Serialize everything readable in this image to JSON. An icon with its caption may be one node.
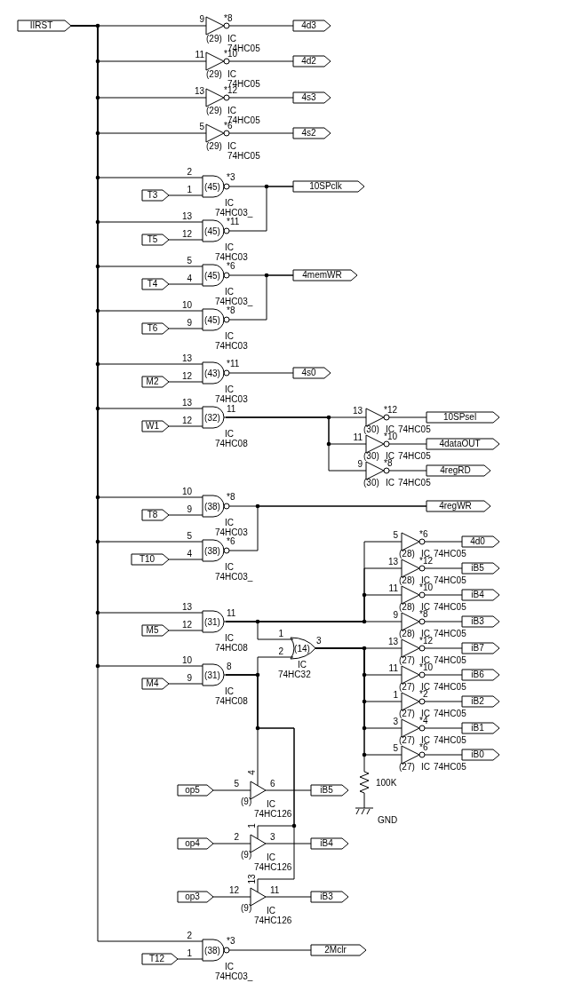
{
  "diagram": {
    "nodes": [
      {
        "text": [
          "IIRST"
        ]
      },
      {
        "text": [
          "(29)"
        ],
        "beside": [
          "9",
          "*8",
          "IC",
          "74HC05"
        ]
      },
      {
        "text": [
          "4d3"
        ]
      },
      {
        "text": [
          "(29)"
        ],
        "beside": [
          "11",
          "*10",
          "IC",
          "74HC05"
        ]
      },
      {
        "text": [
          "4d2"
        ]
      },
      {
        "text": [
          "(29)"
        ],
        "beside": [
          "13",
          "*12",
          "IC",
          "74HC05"
        ]
      },
      {
        "text": [
          "4s3"
        ]
      },
      {
        "text": [
          "(29)"
        ],
        "beside": [
          "5",
          "*6",
          "IC",
          "74HC05"
        ]
      },
      {
        "text": [
          "4s2"
        ]
      },
      {
        "text": [
          "(45)"
        ],
        "beside": [
          "2",
          "1",
          "*3",
          "IC",
          "74HC03_"
        ]
      },
      {
        "text": [
          "T3"
        ]
      },
      {
        "text": [
          "10SPclk"
        ]
      },
      {
        "text": [
          "(45)"
        ],
        "beside": [
          "13",
          "12",
          "*11",
          "IC",
          "74HC03"
        ]
      },
      {
        "text": [
          "T5"
        ]
      },
      {
        "text": [
          "(45)"
        ],
        "beside": [
          "5",
          "4",
          "*6",
          "IC",
          "74HC03_"
        ]
      },
      {
        "text": [
          "T4"
        ]
      },
      {
        "text": [
          "4memWR"
        ]
      },
      {
        "text": [
          "(45)"
        ],
        "beside": [
          "10",
          "9",
          "*8",
          "IC",
          "74HC03"
        ]
      },
      {
        "text": [
          "T6"
        ]
      },
      {
        "text": [
          "(43)"
        ],
        "beside": [
          "13",
          "12",
          "*11",
          "IC",
          "74HC03"
        ]
      },
      {
        "text": [
          "M2"
        ]
      },
      {
        "text": [
          "4s0"
        ]
      },
      {
        "text": [
          "(32)"
        ],
        "beside": [
          "13",
          "12",
          "11",
          "IC",
          "74HC08"
        ]
      },
      {
        "text": [
          "W1"
        ]
      },
      {
        "text": [
          "(30)"
        ],
        "beside": [
          "13",
          "*12",
          "IC",
          "74HC05"
        ]
      },
      {
        "text": [
          "10SPsel"
        ]
      },
      {
        "text": [
          "(30)"
        ],
        "beside": [
          "11",
          "*10",
          "IC",
          "74HC05"
        ]
      },
      {
        "text": [
          "4dataOUT"
        ]
      },
      {
        "text": [
          "(30)"
        ],
        "beside": [
          "9",
          "*8",
          "IC",
          "74HC05"
        ]
      },
      {
        "text": [
          "4regRD"
        ]
      },
      {
        "text": [
          "(38)"
        ],
        "beside": [
          "10",
          "9",
          "*8",
          "IC",
          "74HC03"
        ]
      },
      {
        "text": [
          "T8"
        ]
      },
      {
        "text": [
          "4regWR"
        ]
      },
      {
        "text": [
          "(38)"
        ],
        "beside": [
          "5",
          "4",
          "*6",
          "IC",
          "74HC03_"
        ]
      },
      {
        "text": [
          "T10"
        ]
      },
      {
        "text": [
          "(28)"
        ],
        "beside": [
          "5",
          "*6",
          "IC",
          "74HC05"
        ]
      },
      {
        "text": [
          "4d0"
        ]
      },
      {
        "text": [
          "(28)"
        ],
        "beside": [
          "13",
          "*12",
          "IC",
          "74HC05"
        ]
      },
      {
        "text": [
          "iB5"
        ]
      },
      {
        "text": [
          "(28)"
        ],
        "beside": [
          "11",
          "*10",
          "IC",
          "74HC05"
        ]
      },
      {
        "text": [
          "iB4"
        ]
      },
      {
        "text": [
          "(31)"
        ],
        "beside": [
          "13",
          "12",
          "11",
          "IC",
          "74HC08"
        ]
      },
      {
        "text": [
          "M5"
        ]
      },
      {
        "text": [
          "(28)"
        ],
        "beside": [
          "9",
          "*8",
          "IC",
          "74HC05"
        ]
      },
      {
        "text": [
          "iB3"
        ]
      },
      {
        "text": [
          "(14)"
        ],
        "beside": [
          "1",
          "2",
          "3",
          "IC",
          "74HC32"
        ]
      },
      {
        "text": [
          "(27)"
        ],
        "beside": [
          "13",
          "*12",
          "IC",
          "74HC05"
        ]
      },
      {
        "text": [
          "iB7"
        ]
      },
      {
        "text": [
          "(31)"
        ],
        "beside": [
          "10",
          "9",
          "8",
          "IC",
          "74HC08"
        ]
      },
      {
        "text": [
          "M4"
        ]
      },
      {
        "text": [
          "(27)"
        ],
        "beside": [
          "11",
          "*10",
          "IC",
          "74HC05"
        ]
      },
      {
        "text": [
          "iB6"
        ]
      },
      {
        "text": [
          "(27)"
        ],
        "beside": [
          "1",
          "*2",
          "IC",
          "74HC05"
        ]
      },
      {
        "text": [
          "iB2"
        ]
      },
      {
        "text": [
          "(27)"
        ],
        "beside": [
          "3",
          "*4",
          "IC",
          "74HC05"
        ]
      },
      {
        "text": [
          "iB1"
        ]
      },
      {
        "text": [
          "(27)"
        ],
        "beside": [
          "5",
          "*6",
          "IC",
          "74HC05"
        ]
      },
      {
        "text": [
          "iB0"
        ]
      },
      {
        "text": [],
        "shape": "resistor",
        "beside": [
          "100K"
        ]
      },
      {
        "text": [
          "(9)"
        ],
        "beside": [
          "5",
          "4",
          "6",
          "IC",
          "74HC126"
        ]
      },
      {
        "text": [
          "op5"
        ]
      },
      {
        "text": [
          "iB5"
        ]
      },
      {
        "text": [],
        "shape": "ground",
        "beside": [
          "GND"
        ]
      },
      {
        "text": [
          "(9)"
        ],
        "beside": [
          "2",
          "1",
          "3",
          "IC",
          "74HC126"
        ]
      },
      {
        "text": [
          "op4"
        ]
      },
      {
        "text": [
          "iB4"
        ]
      },
      {
        "text": [
          "(9)"
        ],
        "beside": [
          "12",
          "13",
          "11",
          "IC",
          "74HC126"
        ]
      },
      {
        "text": [
          "op3"
        ]
      },
      {
        "text": [
          "iB3"
        ]
      },
      {
        "text": [
          "(38)"
        ],
        "beside": [
          "2",
          "1",
          "*3",
          "IC",
          "74HC03_"
        ]
      },
      {
        "text": [
          "T12"
        ]
      },
      {
        "text": [
          "2Mclr"
        ]
      }
    ],
    "edges": [
      {
        "from": 0,
        "to": 1,
        "arrow": "none"
      },
      {
        "from": 1,
        "to": 2,
        "arrow": "none"
      },
      {
        "from": 0,
        "to": 3,
        "arrow": "none"
      },
      {
        "from": 3,
        "to": 4,
        "arrow": "none"
      },
      {
        "from": 0,
        "to": 5,
        "arrow": "none"
      },
      {
        "from": 5,
        "to": 6,
        "arrow": "none"
      },
      {
        "from": 0,
        "to": 7,
        "arrow": "none"
      },
      {
        "from": 7,
        "to": 8,
        "arrow": "none"
      },
      {
        "from": 0,
        "to": 9,
        "arrow": "none"
      },
      {
        "from": 10,
        "to": 9,
        "arrow": "none"
      },
      {
        "from": 9,
        "to": 11,
        "arrow": "none"
      },
      {
        "from": 0,
        "to": 12,
        "arrow": "none"
      },
      {
        "from": 13,
        "to": 12,
        "arrow": "none"
      },
      {
        "from": 12,
        "to": 11,
        "arrow": "none"
      },
      {
        "from": 0,
        "to": 14,
        "arrow": "none"
      },
      {
        "from": 15,
        "to": 14,
        "arrow": "none"
      },
      {
        "from": 14,
        "to": 16,
        "arrow": "none"
      },
      {
        "from": 0,
        "to": 17,
        "arrow": "none"
      },
      {
        "from": 18,
        "to": 17,
        "arrow": "none"
      },
      {
        "from": 17,
        "to": 16,
        "arrow": "none"
      },
      {
        "from": 0,
        "to": 19,
        "arrow": "none"
      },
      {
        "from": 20,
        "to": 19,
        "arrow": "none"
      },
      {
        "from": 19,
        "to": 21,
        "arrow": "none"
      },
      {
        "from": 0,
        "to": 22,
        "arrow": "none"
      },
      {
        "from": 23,
        "to": 22,
        "arrow": "none"
      },
      {
        "from": 22,
        "to": 24,
        "arrow": "none"
      },
      {
        "from": 22,
        "to": 26,
        "arrow": "none"
      },
      {
        "from": 22,
        "to": 28,
        "arrow": "none"
      },
      {
        "from": 24,
        "to": 25,
        "arrow": "none"
      },
      {
        "from": 26,
        "to": 27,
        "arrow": "none"
      },
      {
        "from": 28,
        "to": 29,
        "arrow": "none"
      },
      {
        "from": 0,
        "to": 30,
        "arrow": "none"
      },
      {
        "from": 31,
        "to": 30,
        "arrow": "none"
      },
      {
        "from": 30,
        "to": 32,
        "arrow": "none"
      },
      {
        "from": 0,
        "to": 33,
        "arrow": "none"
      },
      {
        "from": 34,
        "to": 33,
        "arrow": "none"
      },
      {
        "from": 33,
        "to": 32,
        "arrow": "none"
      },
      {
        "from": 35,
        "to": 36,
        "arrow": "none"
      },
      {
        "from": 37,
        "to": 38,
        "arrow": "none"
      },
      {
        "from": 39,
        "to": 40,
        "arrow": "none"
      },
      {
        "from": 0,
        "to": 41,
        "arrow": "none"
      },
      {
        "from": 42,
        "to": 41,
        "arrow": "none"
      },
      {
        "from": 41,
        "to": 45,
        "arrow": "none"
      },
      {
        "from": 41,
        "to": 35,
        "arrow": "none"
      },
      {
        "from": 41,
        "to": 37,
        "arrow": "none"
      },
      {
        "from": 41,
        "to": 39,
        "arrow": "none"
      },
      {
        "from": 41,
        "to": 43,
        "arrow": "none"
      },
      {
        "from": 43,
        "to": 44,
        "arrow": "none"
      },
      {
        "from": 45,
        "to": 46,
        "arrow": "none"
      },
      {
        "from": 46,
        "to": 47,
        "arrow": "none"
      },
      {
        "from": 0,
        "to": 48,
        "arrow": "none"
      },
      {
        "from": 49,
        "to": 48,
        "arrow": "none"
      },
      {
        "from": 48,
        "to": 45,
        "arrow": "none"
      },
      {
        "from": 48,
        "to": 59,
        "arrow": "none"
      },
      {
        "from": 48,
        "to": 63,
        "arrow": "none"
      },
      {
        "from": 48,
        "to": 66,
        "arrow": "none"
      },
      {
        "from": 45,
        "to": 50,
        "arrow": "none"
      },
      {
        "from": 50,
        "to": 51,
        "arrow": "none"
      },
      {
        "from": 45,
        "to": 52,
        "arrow": "none"
      },
      {
        "from": 52,
        "to": 53,
        "arrow": "none"
      },
      {
        "from": 45,
        "to": 54,
        "arrow": "none"
      },
      {
        "from": 54,
        "to": 55,
        "arrow": "none"
      },
      {
        "from": 45,
        "to": 56,
        "arrow": "none"
      },
      {
        "from": 56,
        "to": 57,
        "arrow": "none"
      },
      {
        "from": 45,
        "to": 58,
        "arrow": "none"
      },
      {
        "from": 58,
        "to": 62,
        "arrow": "none"
      },
      {
        "from": 60,
        "to": 59,
        "arrow": "none"
      },
      {
        "from": 59,
        "to": 61,
        "arrow": "none"
      },
      {
        "from": 64,
        "to": 63,
        "arrow": "none"
      },
      {
        "from": 63,
        "to": 65,
        "arrow": "none"
      },
      {
        "from": 67,
        "to": 66,
        "arrow": "none"
      },
      {
        "from": 66,
        "to": 68,
        "arrow": "none"
      },
      {
        "from": 0,
        "to": 69,
        "arrow": "none"
      },
      {
        "from": 70,
        "to": 69,
        "arrow": "none"
      },
      {
        "from": 69,
        "to": 71,
        "arrow": "none"
      }
    ]
  }
}
